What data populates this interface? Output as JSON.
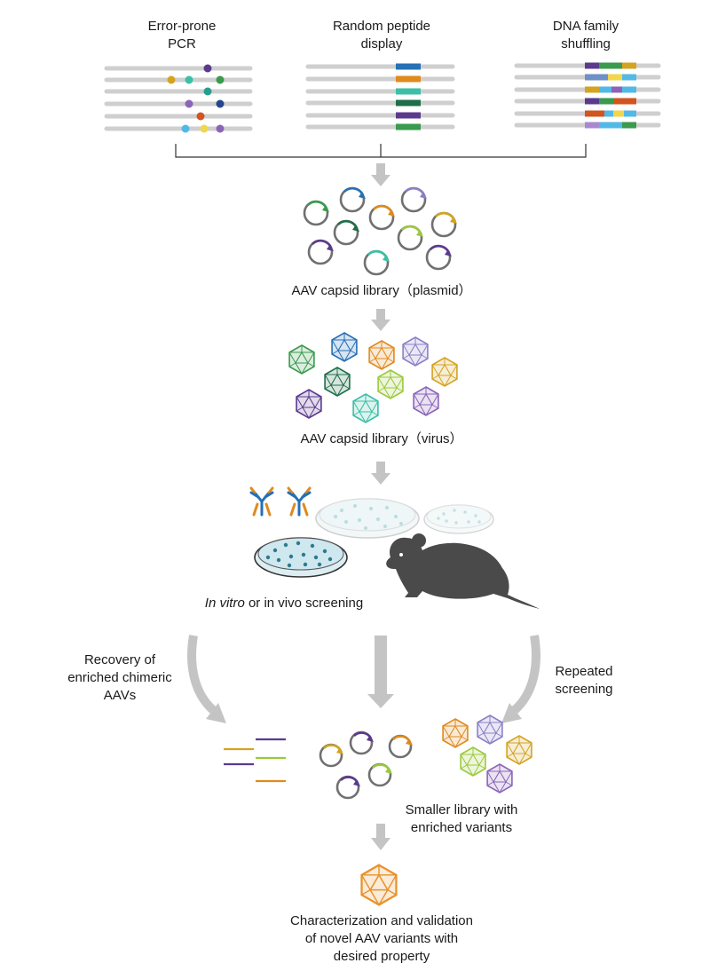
{
  "methods": [
    {
      "lines": [
        "Error-prone",
        "PCR"
      ]
    },
    {
      "lines": [
        "Random peptide",
        "display"
      ]
    },
    {
      "lines": [
        "DNA family",
        "shuffling"
      ]
    }
  ],
  "library_plasmid_label": "AAV capsid library（plasmid）",
  "library_virus_label": "AAV capsid library（virus）",
  "screening_label": {
    "italic": "In vitro",
    "rest": " or in vivo screening"
  },
  "recovery_label": [
    "Recovery of",
    "enriched chimeric",
    "AAVs"
  ],
  "repeated_label": [
    "Repeated",
    "screening"
  ],
  "smaller_label": [
    "Smaller library with",
    "enriched variants"
  ],
  "final_label": [
    "Characterization and validation",
    "of novel AAV variants with",
    "desired property"
  ],
  "colors": {
    "purple": "#5b3a8e",
    "orange": "#e08a1e",
    "teal": "#3cbfa6",
    "green": "#3a9a4d",
    "darkgreen": "#1f6e4a",
    "blue": "#2670b5",
    "lightblue": "#52b9e6",
    "yellowgreen": "#9bc93b",
    "lavender": "#8b7fc7",
    "mustard": "#d4a322",
    "red": "#d2541e",
    "gray": "#c8c8c8",
    "dark": "#4a4a4a"
  }
}
